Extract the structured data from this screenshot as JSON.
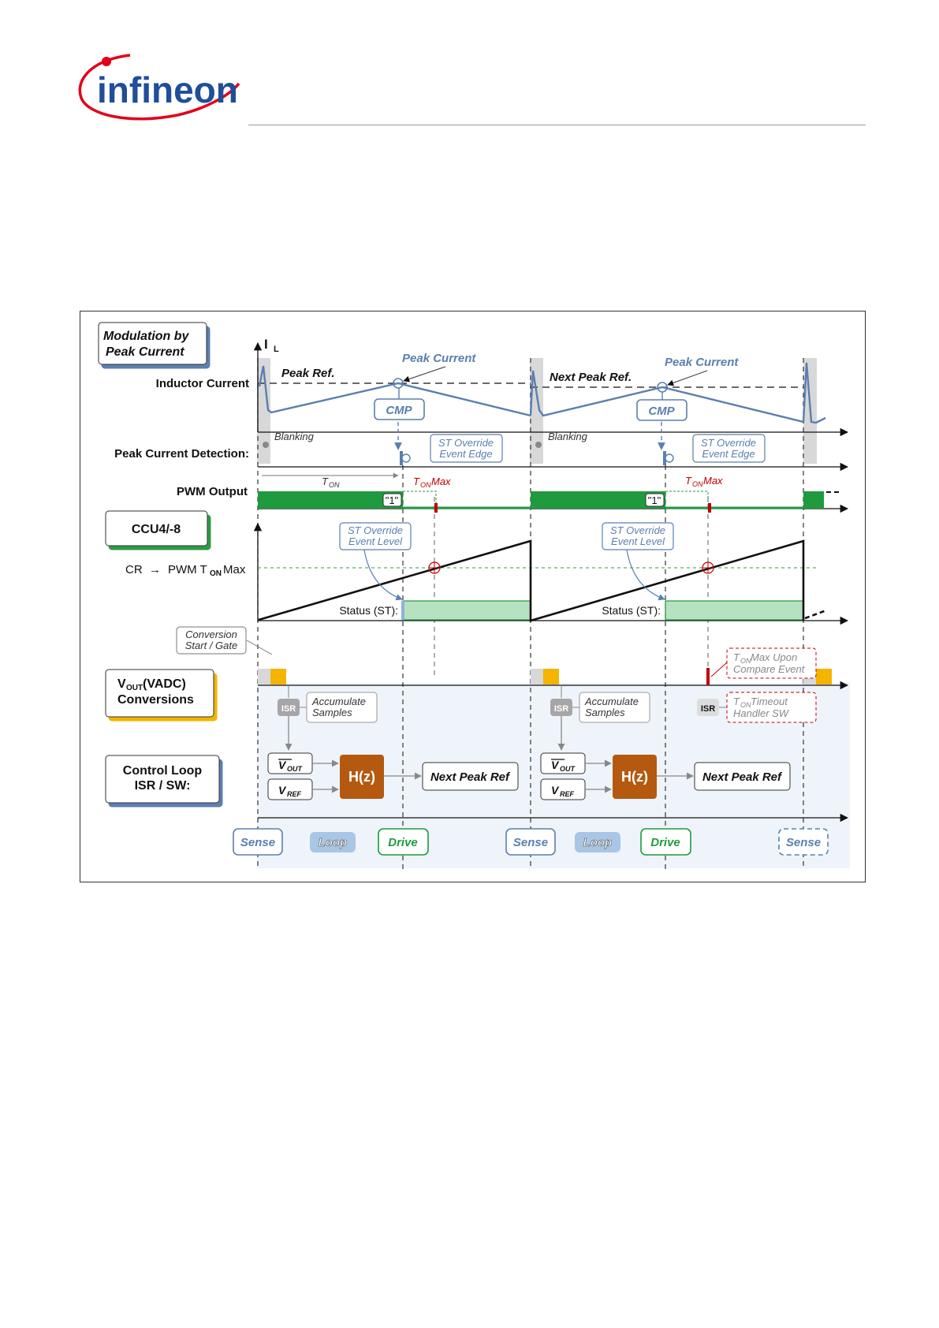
{
  "header": {
    "logo_text": "infineon",
    "colors": {
      "brand_blue": "#1f4e9a",
      "brand_red": "#e2001a"
    }
  },
  "diagram": {
    "colors": {
      "inductor_line": "#5b7fb0",
      "pwm_green": "#1f9a3e",
      "status_fill": "#b7e2c1",
      "loop_shade": "#eef4fa",
      "blank_gray": "#d8d8d8",
      "adc_yellow": "#f4b400",
      "hz_brown": "#b4590f",
      "ton_red": "#c00000"
    },
    "legend_modulation": "Modulation by Peak Current",
    "legend_modulation_l1": "Modulation by",
    "legend_modulation_l2": "Peak Current",
    "il_axis": "I",
    "il_sub": "L",
    "row_labels": {
      "inductor_current": "Inductor Current",
      "peak_current_detection": "Peak Current Detection:",
      "pwm_output": "PWM Output",
      "ccu_box": "CCU4/-8",
      "cr_label_a": "CR",
      "cr_label_b": "PWM T",
      "cr_label_sub": "ON",
      "cr_label_c": " Max",
      "vout_box_l1a": "V",
      "vout_box_l1sub": "OUT",
      "vout_box_l1b": " (VADC)",
      "vout_box_l2": "Conversions",
      "ctrl_box_l1": "Control Loop",
      "ctrl_box_l2": "ISR / SW:"
    },
    "annotations": {
      "peak_ref": "Peak Ref.",
      "next_peak_ref": "Next Peak Ref.",
      "peak_current": "Peak Current",
      "cmp": "CMP",
      "blanking": "Blanking",
      "st_override_edge_l1": "ST Override",
      "st_override_edge_l2": "Event Edge",
      "st_override_level_l1": "ST Override",
      "st_override_level_l2": "Event Level",
      "t": "T",
      "on": "ON",
      "max": " Max",
      "one_flag": "\"1\"",
      "status_st": "Status (ST):",
      "conversion_l1": "Conversion",
      "conversion_l2": "Start / Gate",
      "isr": "ISR",
      "accumulate_l1": "Accumulate",
      "accumulate_l2": "Samples",
      "ton_max_upon_l1": " Max Upon",
      "ton_max_upon_l2": "Compare Event",
      "ton_timeout_l1": " Timeout",
      "ton_timeout_l2": "Handler SW",
      "vout": "V",
      "vout_sub": "OUT",
      "vref": "V",
      "vref_sub": "REF",
      "hz": "H(z)",
      "next_peak_ref_box": "Next Peak Ref"
    },
    "phases": {
      "sense": "Sense",
      "loop": "Loop",
      "drive": "Drive"
    }
  }
}
